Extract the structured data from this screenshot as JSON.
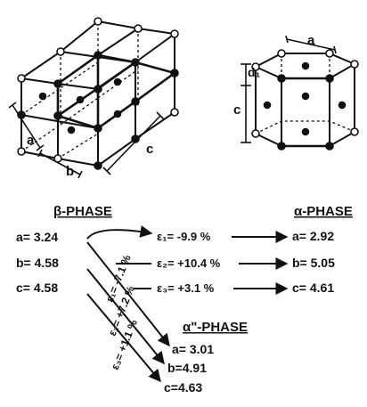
{
  "lattice_labels": {
    "beta_a": "a",
    "beta_b": "b",
    "beta_c": "c",
    "alpha_a": "a",
    "alpha_c": "c",
    "alpha_d": "d₁"
  },
  "beta_phase": {
    "title": "β-PHASE",
    "params": [
      "a= 3.24",
      "b= 4.58",
      "c= 4.58"
    ]
  },
  "alpha_phase": {
    "title": "α-PHASE",
    "strains": [
      "ε₁= -9.9 %",
      "ε₂= +10.4 %",
      "ε₃= +3.1 %"
    ],
    "params": [
      "a= 2.92",
      "b= 5.05",
      "c= 4.61"
    ]
  },
  "alpha2_phase": {
    "title": "αʺ-PHASE",
    "strains": [
      "ε₁= -7.1 %",
      "ε₂= +7.2 %",
      "ε₃= +1.1 %"
    ],
    "params": [
      "a= 3.01",
      "b=4.91",
      "c=4.63"
    ]
  }
}
